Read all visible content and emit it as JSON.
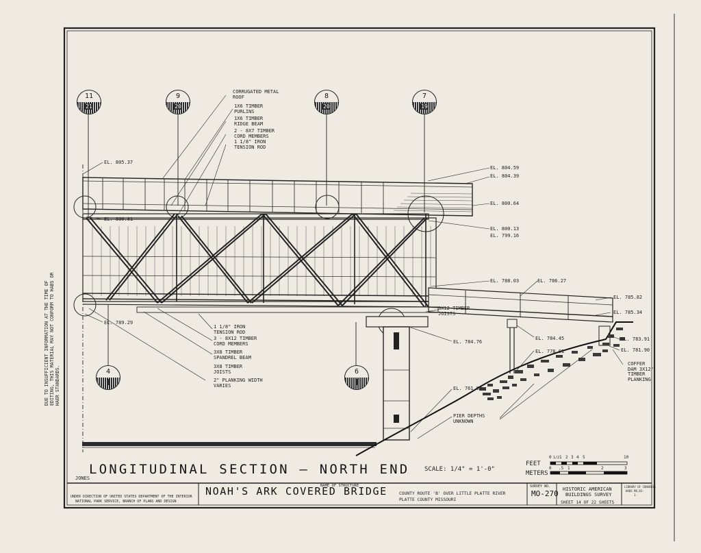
{
  "drawing": {
    "title": "LONGITUDINAL SECTION – NORTH END",
    "scale": "SCALE: 1/4\" = 1'-0\"",
    "drafter": "JONES",
    "side_note": "DUE TO INSUFFICIENT INFORMATION AT THE TIME OF EDITING, THIS MATERIAL MAY NOT CONFORM TO HABS OR HAER STANDARDS."
  },
  "section_markers": [
    {
      "id": "11",
      "sheet": "21"
    },
    {
      "id": "9",
      "sheet": "20"
    },
    {
      "id": "8",
      "sheet": "20"
    },
    {
      "id": "7",
      "sheet": "19"
    },
    {
      "id": "4",
      "sheet": ""
    },
    {
      "id": "6",
      "sheet": ""
    }
  ],
  "labels": {
    "roof": "CORRUGATED METAL ROOF",
    "purlins": "1x6 TIMBER PURLINS",
    "ridge": "1x6 TIMBER RIDGE BEAM",
    "cord_top": "2 - 8x7 TIMBER CORD MEMBERS",
    "rod_top": "1 1/8\" IRON TENSION ROD",
    "rod_bottom": "1 1/8\" IRON TENSION ROD",
    "cord_bottom": "3 - 8x12 TIMBER CORD MEMBERS",
    "spandrel": "3x8 TIMBER SPANDREL BEAM",
    "joists_left": "3x8 TIMBER JOISTS",
    "planking": "2\" PLANKING WIDTH VARIES",
    "joists_right": "3x12 TIMBER JOISTS",
    "pier_depths": "PIER DEPTHS UNKNOWN",
    "coffer_dam": "COFFER DAM 3x12\" TIMBER PLANKING"
  },
  "elevations": {
    "e805_37": "EL. 805.37",
    "e804_59": "EL. 804.59",
    "e804_39": "EL. 804.39",
    "e800_64": "EL. 800.64",
    "e800_81": "EL. 800.81",
    "e800_13": "EL. 800.13",
    "e799_16": "EL. 799.16",
    "e788_03": "EL. 788.03",
    "e786_27": "EL. 786.27",
    "e789_29": "EL. 789.29",
    "e784_76": "EL. 784.76",
    "e784_45": "EL. 784.45",
    "e778_01": "EL. 778.01",
    "e761_93": "EL. 761.93",
    "e785_82": "EL. 785.82",
    "e785_34": "EL. 785.34",
    "e783_91": "EL. 783.91",
    "e781_90": "EL. 781.90"
  },
  "graphic_scale": {
    "feet_label": "FEET",
    "meters_label": "METERS",
    "feet_ticks": [
      "0",
      "1/2",
      "1",
      "2",
      "3",
      "4",
      "5",
      "10"
    ],
    "meter_ticks": [
      "0",
      ".5",
      "1",
      "2",
      "3"
    ]
  },
  "title_block": {
    "agency_line1": "UNDER DIRECTION OF UNITED STATES DEPARTMENT OF THE INTERIOR",
    "agency_line2": "NATIONAL PARK SERVICE, BRANCH OF PLANS AND DESIGN",
    "name_header": "NAME OF STRUCTURE",
    "structure_name": "NOAH'S ARK COVERED BRIDGE",
    "location_1": "COUNTY ROUTE 'B' OVER LITTLE PLATTE RIVER",
    "location_2": "PLATTE COUNTY MISSOURI",
    "survey_header": "SURVEY NO.",
    "survey_no": "MO-270",
    "habs_1": "HISTORIC AMERICAN",
    "habs_2": "BUILDINGS SURVEY",
    "sheet_info": "SHEET 14 OF 22 SHEETS",
    "library_1": "LIBRARY OF CONGRESS",
    "library_2": "HABS MO,83-",
    "library_3": "1-"
  }
}
